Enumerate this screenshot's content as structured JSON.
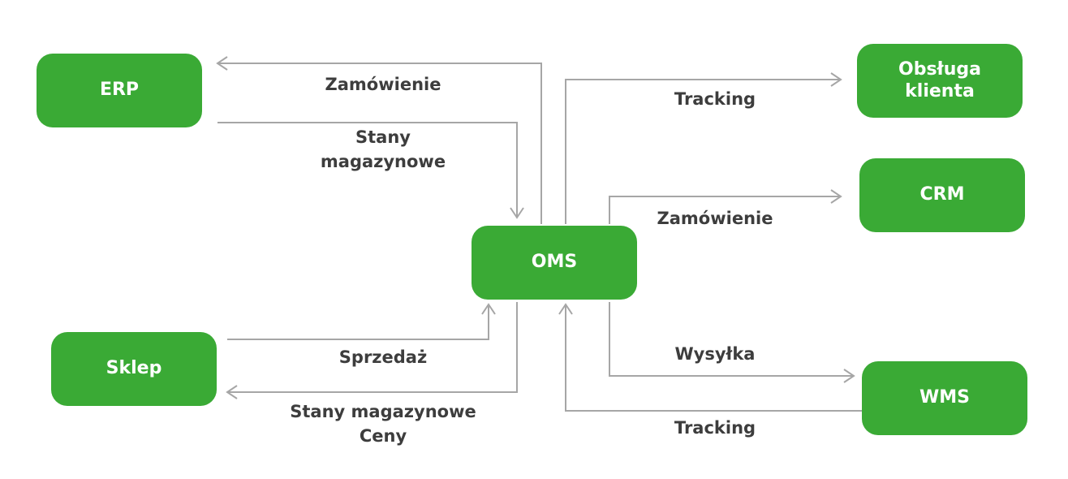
{
  "colors": {
    "node_fill": "#3aaa35",
    "node_text": "#ffffff",
    "connector": "#a6a6a6",
    "label_text": "#3d3d3d"
  },
  "nodes": {
    "erp": "ERP",
    "oms": "OMS",
    "sklep": "Sklep",
    "obsluga_klienta": [
      "Obsługa",
      "klienta"
    ],
    "crm": "CRM",
    "wms": "WMS"
  },
  "edges": {
    "oms_to_erp": "Zamówienie",
    "erp_to_oms": [
      "Stany",
      "magazynowe"
    ],
    "sklep_to_oms": "Sprzedaż",
    "oms_to_sklep": [
      "Stany magazynowe",
      "Ceny"
    ],
    "oms_to_obsluga": "Tracking",
    "oms_to_crm": "Zamówienie",
    "oms_to_wms": "Wysyłka",
    "wms_to_oms": "Tracking"
  }
}
